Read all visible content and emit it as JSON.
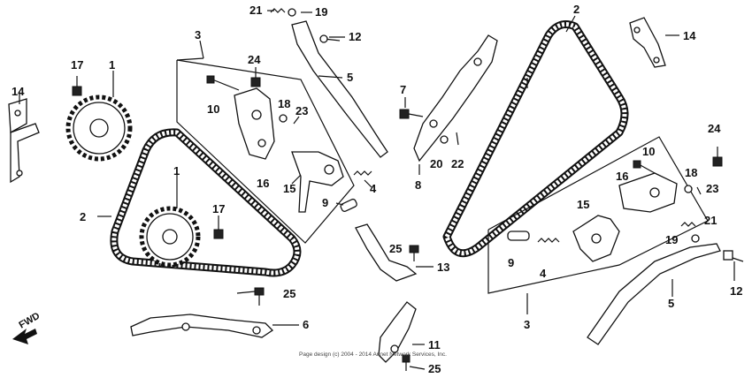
{
  "callouts": [
    {
      "id": "c21a",
      "label": "21"
    },
    {
      "id": "c19a",
      "label": "19"
    },
    {
      "id": "c12a",
      "label": "12"
    },
    {
      "id": "c5a",
      "label": "5"
    },
    {
      "id": "c3a",
      "label": "3"
    },
    {
      "id": "c24a",
      "label": "24"
    },
    {
      "id": "c10a",
      "label": "10"
    },
    {
      "id": "c18a",
      "label": "18"
    },
    {
      "id": "c23a",
      "label": "23"
    },
    {
      "id": "c16a",
      "label": "16"
    },
    {
      "id": "c15a",
      "label": "15"
    },
    {
      "id": "c4a",
      "label": "4"
    },
    {
      "id": "c9a",
      "label": "9"
    },
    {
      "id": "c17a",
      "label": "17"
    },
    {
      "id": "c1a",
      "label": "1"
    },
    {
      "id": "c14a",
      "label": "14"
    },
    {
      "id": "c2a",
      "label": "2"
    },
    {
      "id": "c1b",
      "label": "1"
    },
    {
      "id": "c17b",
      "label": "17"
    },
    {
      "id": "c25a",
      "label": "25"
    },
    {
      "id": "c13",
      "label": "13"
    },
    {
      "id": "c25b",
      "label": "25"
    },
    {
      "id": "c6",
      "label": "6"
    },
    {
      "id": "c11",
      "label": "11"
    },
    {
      "id": "c25c",
      "label": "25"
    },
    {
      "id": "c7",
      "label": "7"
    },
    {
      "id": "c8",
      "label": "8"
    },
    {
      "id": "c20",
      "label": "20"
    },
    {
      "id": "c22",
      "label": "22"
    },
    {
      "id": "c2b",
      "label": "2"
    },
    {
      "id": "c14b",
      "label": "14"
    },
    {
      "id": "c24b",
      "label": "24"
    },
    {
      "id": "c10b",
      "label": "10"
    },
    {
      "id": "c16b",
      "label": "16"
    },
    {
      "id": "c18b",
      "label": "18"
    },
    {
      "id": "c23b",
      "label": "23"
    },
    {
      "id": "c15b",
      "label": "15"
    },
    {
      "id": "c21b",
      "label": "21"
    },
    {
      "id": "c19b",
      "label": "19"
    },
    {
      "id": "c9b",
      "label": "9"
    },
    {
      "id": "c4b",
      "label": "4"
    },
    {
      "id": "c3b",
      "label": "3"
    },
    {
      "id": "c5b",
      "label": "5"
    },
    {
      "id": "c12b",
      "label": "12"
    }
  ],
  "fwd_label": "FWD",
  "copyright": [
    "Page design (c) 2004 - 2014 Arinet Network Services, Inc."
  ]
}
